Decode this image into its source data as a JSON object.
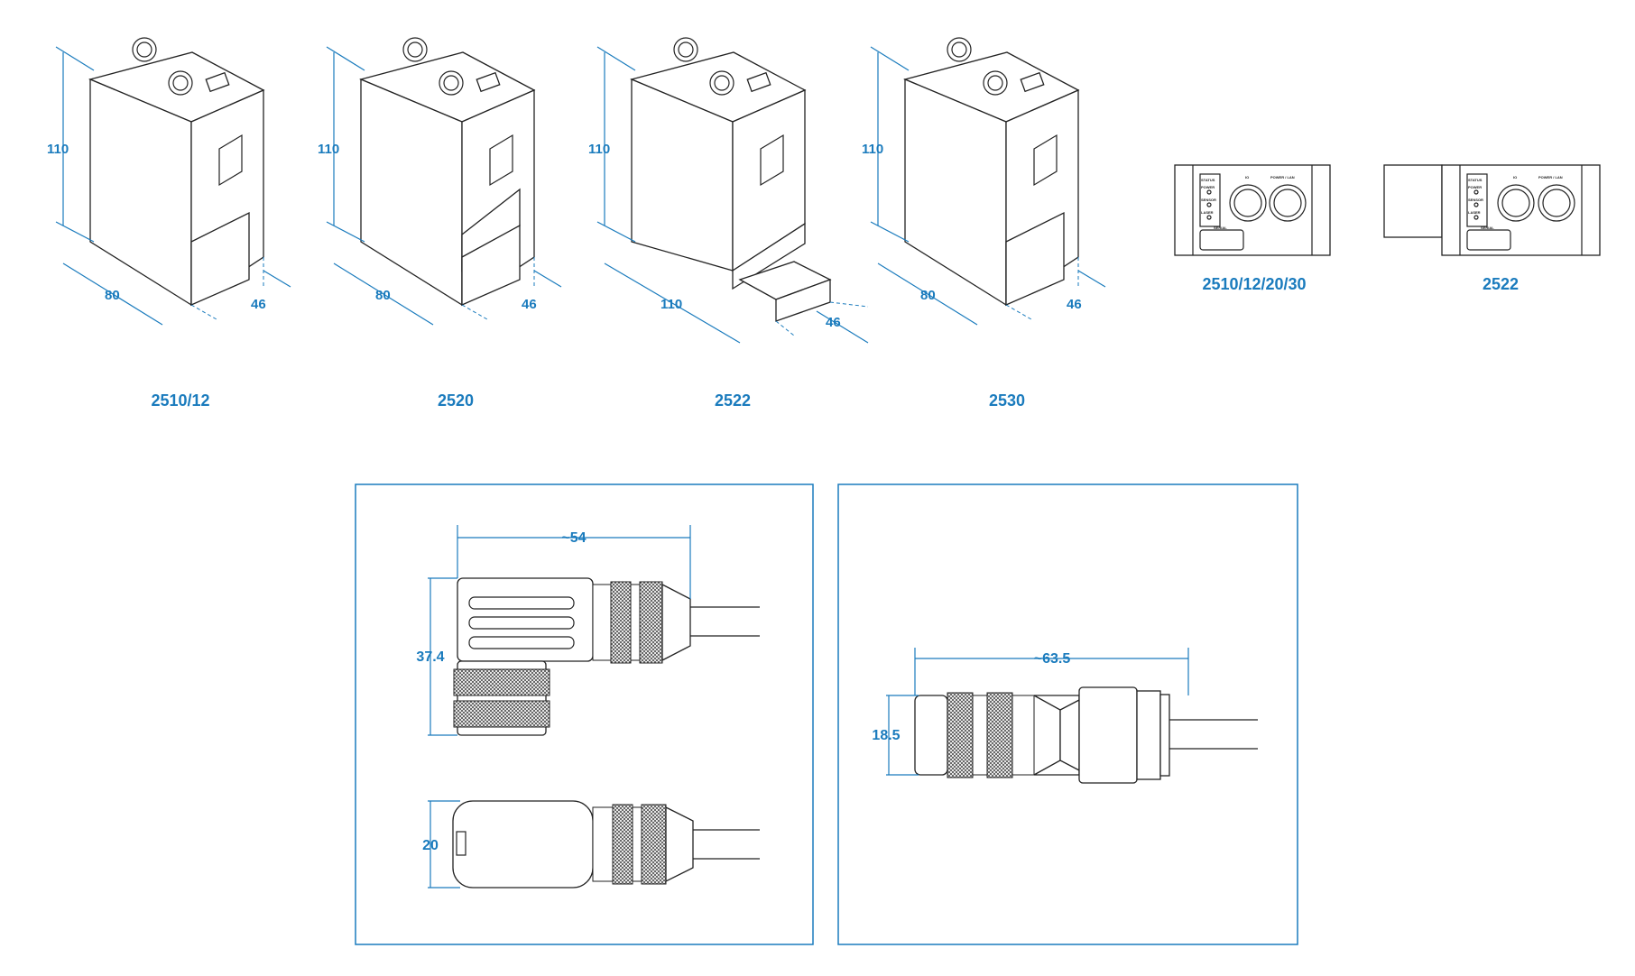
{
  "sensors": [
    {
      "model": "2510/12",
      "dims": {
        "height": "110",
        "length": "80",
        "width": "46"
      }
    },
    {
      "model": "2520",
      "dims": {
        "height": "110",
        "length": "80",
        "width": "46"
      }
    },
    {
      "model": "2522",
      "dims": {
        "height": "110",
        "length": "110",
        "width": "46"
      }
    },
    {
      "model": "2530",
      "dims": {
        "height": "110",
        "length": "80",
        "width": "46"
      }
    }
  ],
  "panels": [
    {
      "model": "2510/12/20/30",
      "labels": {
        "status": "STATUS",
        "power": "POWER",
        "sensor": "SENSOR",
        "laser": "LASER",
        "io": "IO",
        "power_lan": "POWER / LAN",
        "serial": "SERIAL"
      }
    },
    {
      "model": "2522",
      "labels": {
        "status": "STATUS",
        "power": "POWER",
        "sensor": "SENSOR",
        "laser": "LASER",
        "io": "IO",
        "power_lan": "POWER / LAN",
        "serial": "SERIAL"
      }
    }
  ],
  "cables": {
    "angled": {
      "length": "~54",
      "height": "37.4",
      "width": "20"
    },
    "straight": {
      "length": "~63.5",
      "diameter": "18.5"
    }
  },
  "colors": {
    "accent": "#1a7bbd",
    "line": "#222222"
  }
}
